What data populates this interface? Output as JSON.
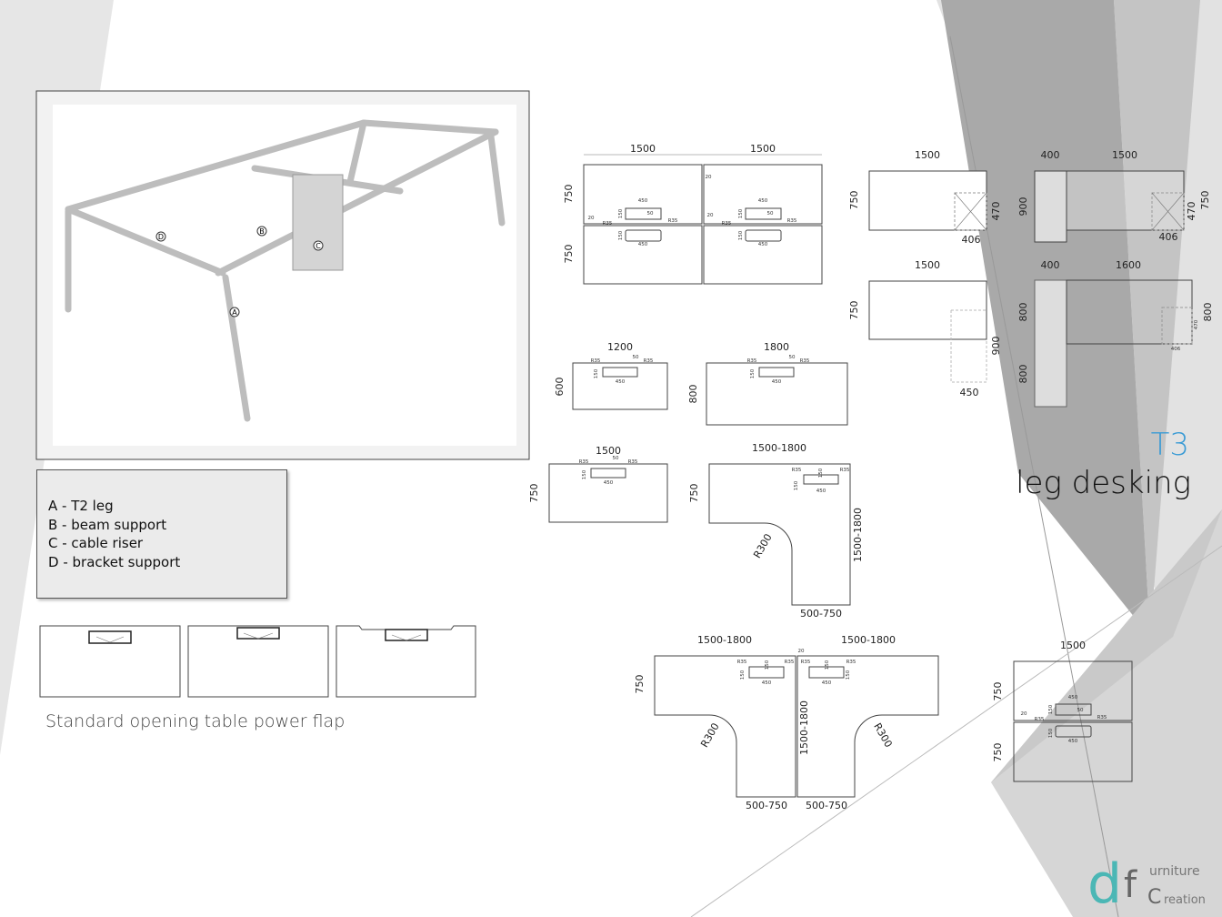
{
  "slide": {
    "title_code": "T3",
    "title": "leg desking",
    "accent_color": "#3a9bd5",
    "logo": {
      "d": "d",
      "f": "f",
      "line1": "urniture",
      "c": "C",
      "line2": "reation",
      "teal": "#4bb7b5"
    }
  },
  "photo": {
    "markers": [
      "A",
      "B",
      "C",
      "D"
    ]
  },
  "legend": {
    "items": [
      "A - T2 leg",
      "B - beam support",
      "C - cable riser",
      "D - bracket support"
    ]
  },
  "power_flap": {
    "caption": "Standard opening table power flap"
  },
  "drawings": {
    "d1": [
      "1500",
      "1500",
      "750",
      "750",
      "20",
      "450",
      "50",
      "R35",
      "R35",
      "20",
      "150",
      "150",
      "450",
      "450",
      "50",
      "R35",
      "R35",
      "20",
      "150",
      "150",
      "450"
    ],
    "d2": [
      "1500",
      "750",
      "470",
      "406"
    ],
    "d3": [
      "400",
      "1500",
      "900",
      "470",
      "750",
      "406"
    ],
    "d4": [
      "1500",
      "750",
      "900",
      "450"
    ],
    "d5": [
      "400",
      "1600",
      "800",
      "800",
      "470",
      "800",
      "406"
    ],
    "d6": [
      "1200",
      "600",
      "R35",
      "50",
      "R35",
      "150",
      "450"
    ],
    "d7": [
      "1800",
      "800",
      "R35",
      "50",
      "R35",
      "150",
      "450"
    ],
    "d8": [
      "1500",
      "750",
      "R35",
      "50",
      "R35",
      "150",
      "450"
    ],
    "d9": [
      "1500-1800",
      "750",
      "R300",
      "1500-1800",
      "500-750",
      "R35",
      "150",
      "R35",
      "450",
      "150"
    ],
    "d10": [
      "1500-1800",
      "1500-1800",
      "750",
      "R300",
      "R300",
      "1500-1800",
      "500-750",
      "500-750",
      "20",
      "R35",
      "R35",
      "R35",
      "R35",
      "150",
      "150",
      "450",
      "450",
      "150",
      "150"
    ],
    "d11": [
      "1500",
      "750",
      "750",
      "450",
      "50",
      "20",
      "R35",
      "R35",
      "150",
      "150",
      "450"
    ]
  }
}
